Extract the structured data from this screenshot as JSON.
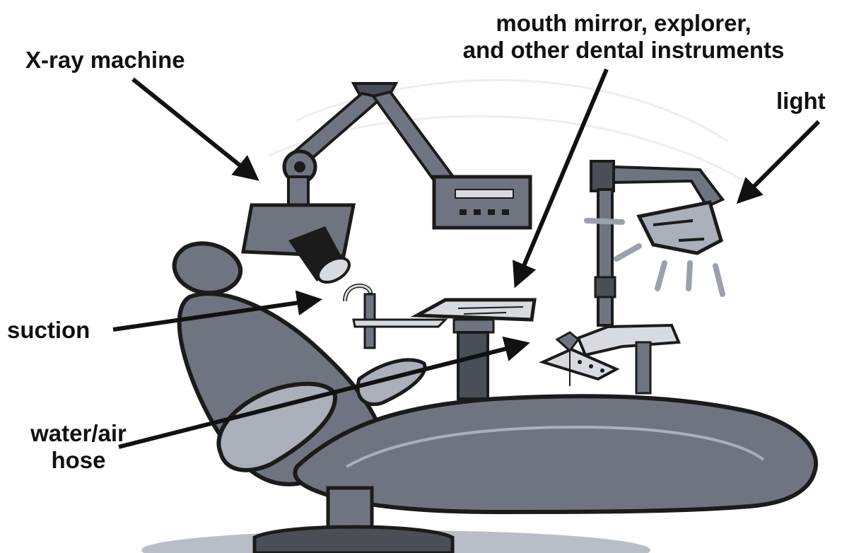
{
  "labels": {
    "xray": "X-ray machine",
    "instruments_line1": "mouth mirror, explorer,",
    "instruments_line2": "and other dental instruments",
    "light": "light",
    "suction": "suction",
    "hose_line1": "water/air",
    "hose_line2": "hose"
  },
  "colors": {
    "outline": "#1b1b1b",
    "dark": "#4a4f57",
    "mid": "#6f7580",
    "light": "#a9b0ba",
    "pale": "#d7dbe0",
    "arrow": "#111111"
  }
}
